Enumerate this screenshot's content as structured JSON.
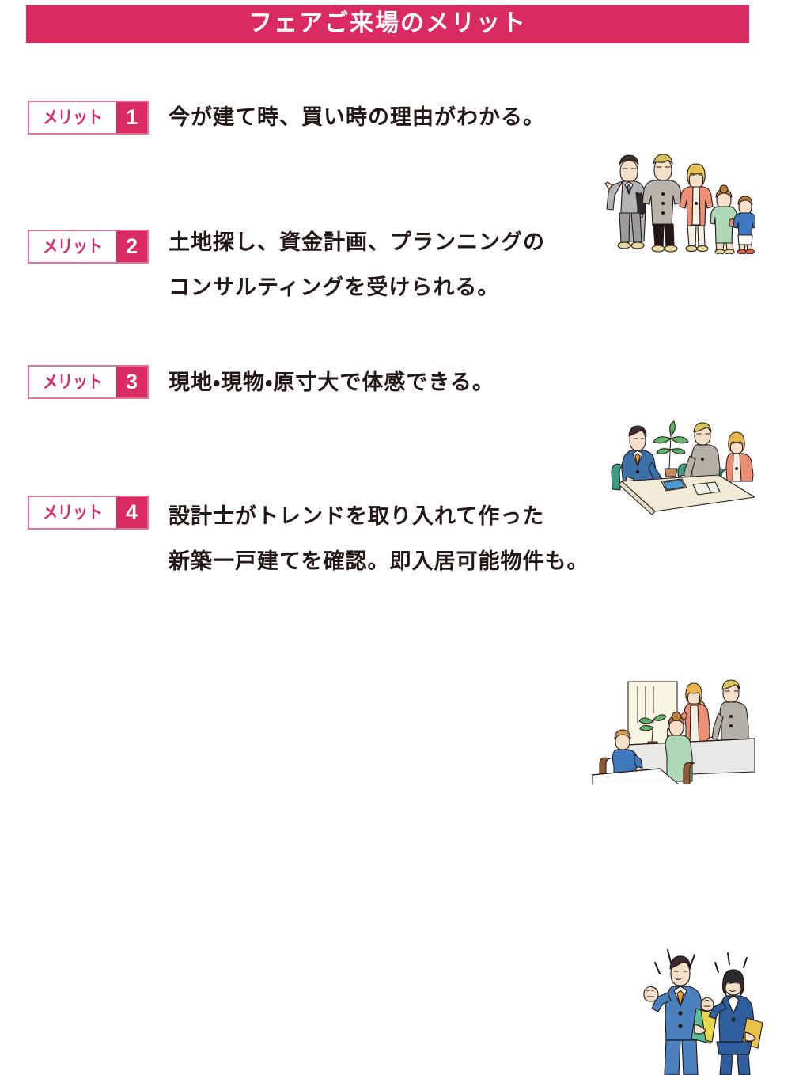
{
  "header": {
    "title": "フェアご来場のメリット",
    "background_color": "#d92b62",
    "text_color": "#ffffff"
  },
  "theme": {
    "accent_pink": "#d92b62",
    "badge_border_pink": "#e3739b",
    "body_text_color": "#231815",
    "page_background": "#ffffff"
  },
  "merits": [
    {
      "badge_label": "メリット",
      "number": "1",
      "lines": [
        "今が建て時、買い時の理由がわかる。"
      ],
      "illustration_name": "sales-staff-with-family-illustration"
    },
    {
      "badge_label": "メリット",
      "number": "2",
      "lines": [
        "土地探し、資金計画、プランニングの",
        "コンサルティングを受けられる。"
      ],
      "illustration_name": "consultation-meeting-illustration"
    },
    {
      "badge_label": "メリット",
      "number": "3",
      "lines": [
        "現地・現物・原寸大で体感できる。"
      ],
      "illustration_name": "model-home-kitchen-tour-illustration"
    },
    {
      "badge_label": "メリット",
      "number": "4",
      "lines": [
        "設計士がトレンドを取り入れて作った",
        "新築一戸建てを確認。即入居可能物件も。"
      ],
      "illustration_name": "cheering-staff-pair-illustration"
    }
  ]
}
